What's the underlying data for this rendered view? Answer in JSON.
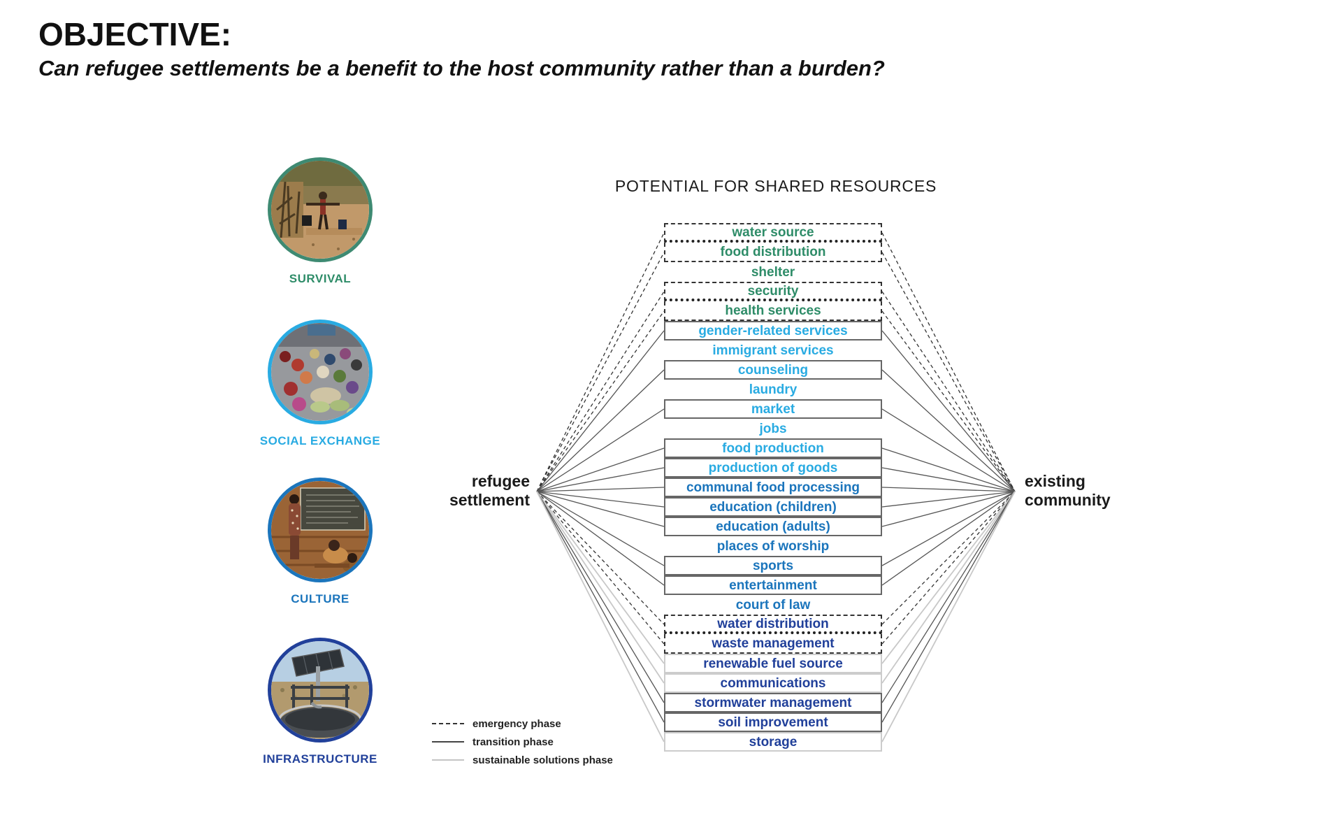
{
  "header": {
    "title": "OBJECTIVE:",
    "subtitle": "Can refugee settlements be a benefit to the host community rather than a burden?"
  },
  "categories": [
    {
      "label": "SURVIVAL",
      "color": "#2E8C68",
      "ring_color": "#3E8A72",
      "photo": "person-carrying-water-dry-landscape"
    },
    {
      "label": "SOCIAL EXCHANGE",
      "color": "#29ABE2",
      "ring_color": "#29ABE2",
      "photo": "crowded-market-scene"
    },
    {
      "label": "CULTURE",
      "color": "#1B75BC",
      "ring_color": "#1B75BC",
      "photo": "classroom-with-chalkboard"
    },
    {
      "label": "INFRASTRUCTURE",
      "color": "#21409A",
      "ring_color": "#21409A",
      "photo": "solar-panel-water-tank"
    }
  ],
  "diagram": {
    "title": "POTENTIAL FOR SHARED RESOURCES",
    "left_node": {
      "line1": "refugee",
      "line2": "settlement"
    },
    "right_node": {
      "line1": "existing",
      "line2": "community"
    },
    "items": [
      {
        "label": "water source",
        "group": "green",
        "box": "dashed-top",
        "phase": "emergency"
      },
      {
        "label": "food distribution",
        "group": "green",
        "box": "dashed-bottom",
        "phase": "emergency"
      },
      {
        "label": "shelter",
        "group": "green",
        "box": "none",
        "phase": "emergency"
      },
      {
        "label": "security",
        "group": "green",
        "box": "dashed-top",
        "phase": "emergency"
      },
      {
        "label": "health services",
        "group": "green",
        "box": "dashed-bottom",
        "phase": "emergency"
      },
      {
        "label": "gender-related services",
        "group": "cyan",
        "box": "solid",
        "phase": "transition"
      },
      {
        "label": "immigrant services",
        "group": "cyan",
        "box": "none",
        "phase": "transition"
      },
      {
        "label": "counseling",
        "group": "cyan",
        "box": "solid",
        "phase": "transition"
      },
      {
        "label": "laundry",
        "group": "cyan",
        "box": "none",
        "phase": "transition"
      },
      {
        "label": "market",
        "group": "cyan",
        "box": "solid",
        "phase": "transition"
      },
      {
        "label": "jobs",
        "group": "cyan",
        "box": "none",
        "phase": "transition"
      },
      {
        "label": "food production",
        "group": "cyan",
        "box": "solid",
        "phase": "transition"
      },
      {
        "label": "production of goods",
        "group": "cyan",
        "box": "solid",
        "phase": "transition"
      },
      {
        "label": "communal food processing",
        "group": "blue",
        "box": "solid",
        "phase": "transition"
      },
      {
        "label": "education (children)",
        "group": "blue",
        "box": "solid",
        "phase": "transition"
      },
      {
        "label": "education (adults)",
        "group": "blue",
        "box": "solid",
        "phase": "transition"
      },
      {
        "label": "places of worship",
        "group": "blue",
        "box": "none",
        "phase": "transition"
      },
      {
        "label": "sports",
        "group": "blue",
        "box": "solid",
        "phase": "transition"
      },
      {
        "label": "entertainment",
        "group": "blue",
        "box": "solid",
        "phase": "transition"
      },
      {
        "label": "court of law",
        "group": "blue",
        "box": "none",
        "phase": "transition"
      },
      {
        "label": "water distribution",
        "group": "navy",
        "box": "dashed-top",
        "phase": "emergency"
      },
      {
        "label": "waste management",
        "group": "navy",
        "box": "dashed-bottom",
        "phase": "emergency"
      },
      {
        "label": "renewable fuel source",
        "group": "navy",
        "box": "light",
        "phase": "sustainable"
      },
      {
        "label": "communications",
        "group": "navy",
        "box": "light",
        "phase": "sustainable"
      },
      {
        "label": "stormwater management",
        "group": "navy",
        "box": "solid",
        "phase": "transition"
      },
      {
        "label": "soil improvement",
        "group": "navy",
        "box": "solid",
        "phase": "transition"
      },
      {
        "label": "storage",
        "group": "navy",
        "box": "light",
        "phase": "sustainable"
      }
    ],
    "legend": [
      {
        "style": "dashed",
        "label": "emergency phase"
      },
      {
        "style": "solid",
        "label": "transition phase"
      },
      {
        "style": "light",
        "label": "sustainable solutions phase"
      }
    ]
  },
  "colors": {
    "green": "#2E8C68",
    "cyan": "#29ABE2",
    "blue": "#1B75BC",
    "navy": "#21409A",
    "emergency_line": "#333333",
    "transition_line": "#555555",
    "sustainable_line": "#c8c8c8"
  }
}
